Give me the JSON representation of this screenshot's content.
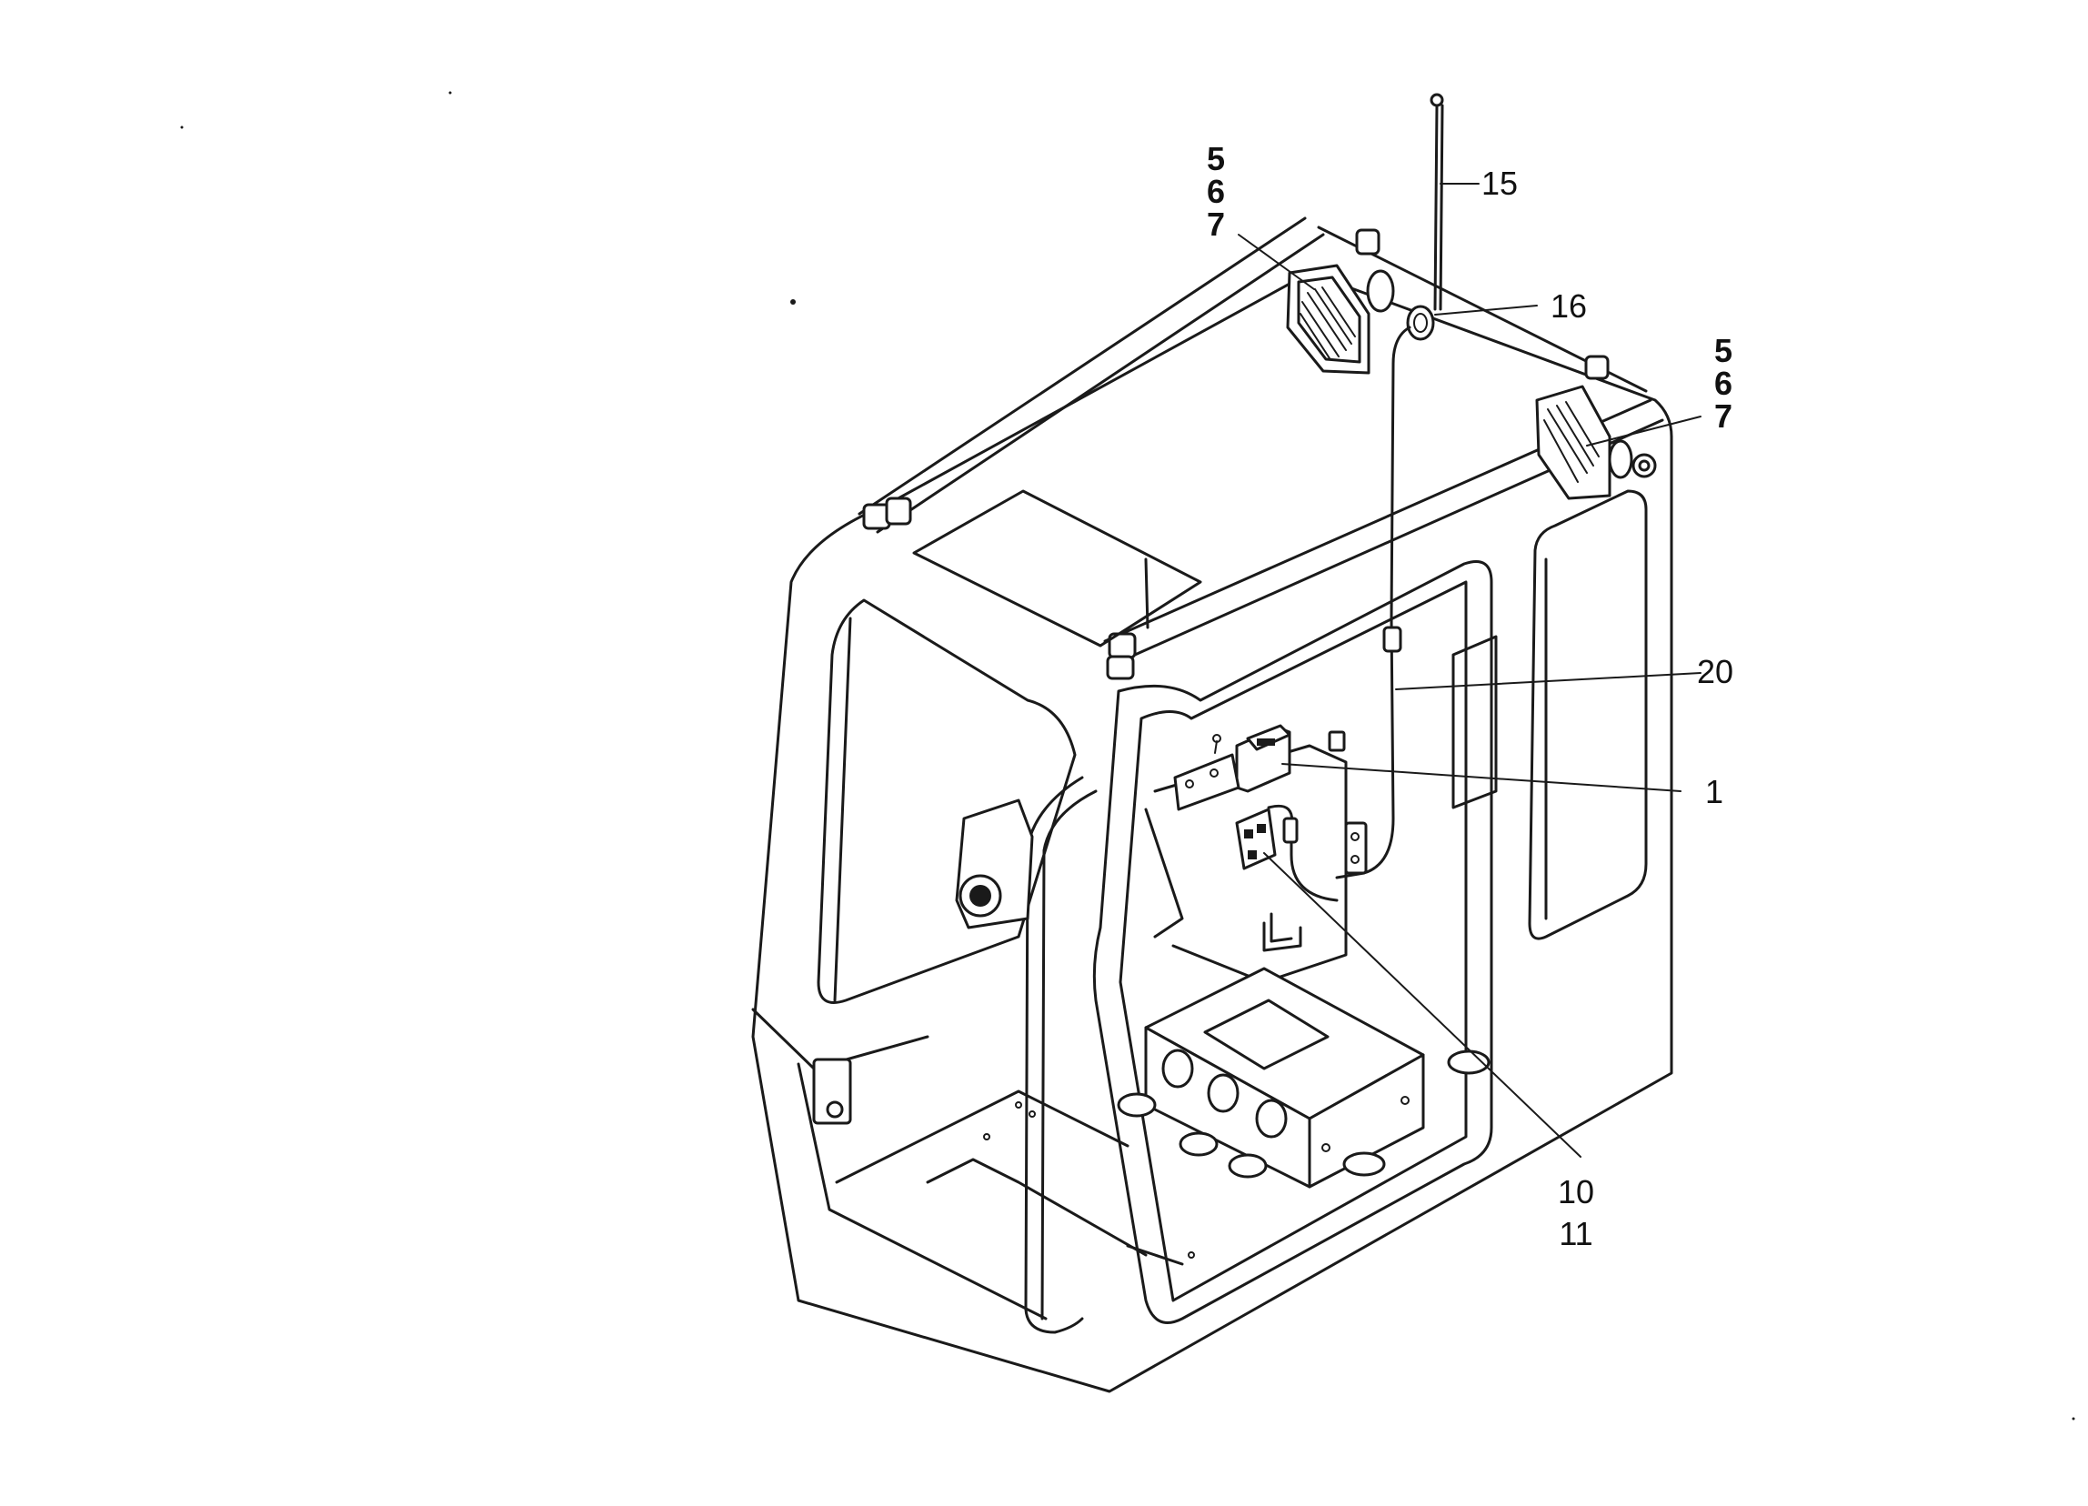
{
  "callouts": {
    "top_left_group": [
      "5",
      "6",
      "7"
    ],
    "antenna": "15",
    "antenna_clip": "16",
    "top_right_group": [
      "5",
      "6",
      "7"
    ],
    "cable": "20",
    "radio": "1",
    "bottom_group": [
      "10",
      "11"
    ]
  },
  "icons": {
    "cab_frame": "cab-frame-drawing",
    "speaker_left": "speaker-icon",
    "speaker_right": "speaker-icon",
    "antenna": "antenna-icon",
    "radio_unit": "radio-icon",
    "bracket": "bracket-icon"
  }
}
